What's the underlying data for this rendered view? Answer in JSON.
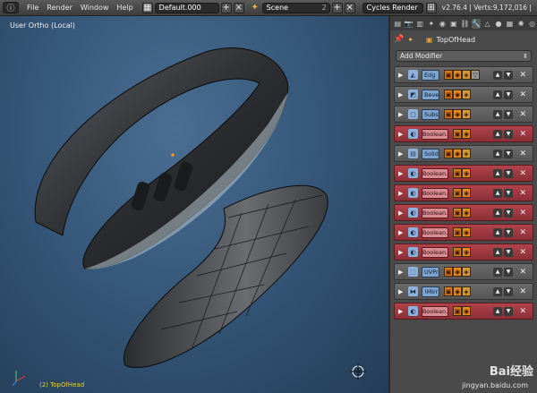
{
  "topbar": {
    "menus": [
      "File",
      "Render",
      "Window",
      "Help"
    ],
    "screen_layout": "Default.000",
    "scene": "Scene",
    "scene_users": "2",
    "render_engine": "Cycles Render",
    "version_stats": "v2.76.4 | Verts:9,172,016 |"
  },
  "viewport": {
    "view_label": "User Ortho (Local)",
    "object_label": "(2) TopOfHead"
  },
  "properties": {
    "context_object": "TopOfHead",
    "add_modifier": "Add Modifier",
    "modifiers": [
      {
        "name": "Edg",
        "kind": "normal",
        "type_icon": "edge-split-icon",
        "buttons": [
          "render",
          "eye",
          "cage",
          "ed"
        ]
      },
      {
        "name": "Beve",
        "kind": "normal",
        "type_icon": "bevel-icon",
        "buttons": [
          "render",
          "eye",
          "cage"
        ]
      },
      {
        "name": "Subs",
        "kind": "normal",
        "type_icon": "subsurf-icon",
        "buttons": [
          "render",
          "eye",
          "cage"
        ]
      },
      {
        "name": "Boolean.",
        "kind": "boolean",
        "type_icon": "boolean-icon",
        "buttons": [
          "render",
          "eye"
        ]
      },
      {
        "name": "Solidi",
        "kind": "normal",
        "type_icon": "solidify-icon",
        "buttons": [
          "render",
          "eye",
          "cage"
        ]
      },
      {
        "name": "Boolean.",
        "kind": "boolean",
        "type_icon": "boolean-icon",
        "buttons": [
          "render",
          "eye"
        ]
      },
      {
        "name": "Boolean.",
        "kind": "boolean",
        "type_icon": "boolean-icon",
        "buttons": [
          "render",
          "eye"
        ]
      },
      {
        "name": "Boolean.",
        "kind": "boolean",
        "type_icon": "boolean-icon",
        "buttons": [
          "render",
          "eye"
        ]
      },
      {
        "name": "Boolean.",
        "kind": "boolean",
        "type_icon": "boolean-icon",
        "buttons": [
          "render",
          "eye"
        ]
      },
      {
        "name": "Boolean.",
        "kind": "boolean",
        "type_icon": "boolean-icon",
        "buttons": [
          "render",
          "eye"
        ]
      },
      {
        "name": "UVPr",
        "kind": "normal",
        "type_icon": "uv-project-icon",
        "buttons": [
          "render",
          "eye",
          "cage"
        ]
      },
      {
        "name": "!Mirr",
        "kind": "normal",
        "type_icon": "mirror-icon",
        "buttons": [
          "render",
          "eye",
          "cage"
        ]
      },
      {
        "name": "Boolean.",
        "kind": "boolean",
        "type_icon": "boolean-icon",
        "buttons": [
          "render",
          "eye"
        ]
      }
    ]
  },
  "watermark": {
    "logo": "Bai经验",
    "url": "jingyan.baidu.com"
  },
  "colors": {
    "boolean_row": "#a53a42",
    "modifier_name": "#7da3cf",
    "active_toggle": "#e88a1f"
  }
}
